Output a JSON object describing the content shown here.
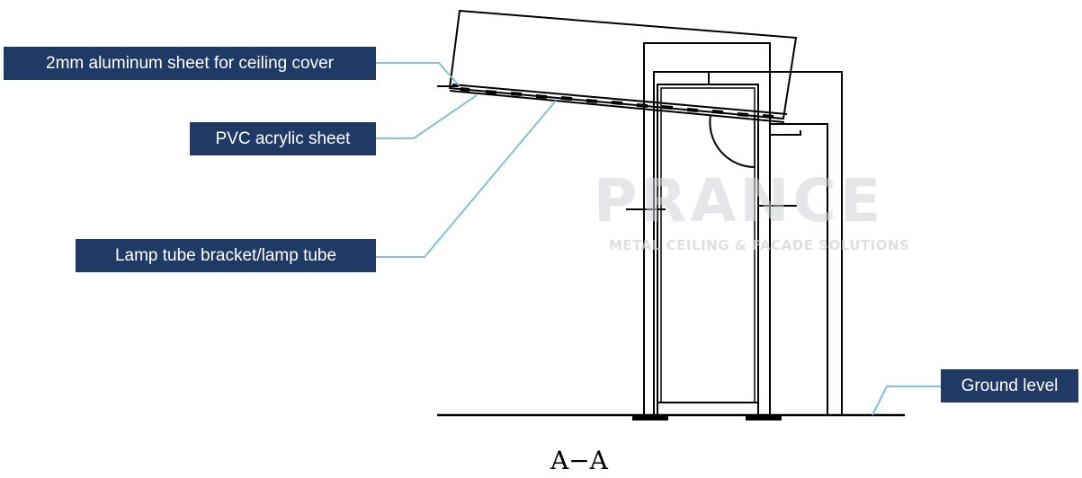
{
  "labels": {
    "aluminum": "2mm aluminum sheet for ceiling cover",
    "pvc": "PVC acrylic sheet",
    "lamp": "Lamp tube bracket/lamp tube",
    "ground": "Ground level"
  },
  "watermark": {
    "brand": "PRANCE",
    "tagline": "METAL CEILING & FACADE SOLUTIONS"
  },
  "section_title": "A−A",
  "colors": {
    "label_bg": "#1f3a64",
    "leader": "#7cc3dc",
    "line": "#000000"
  }
}
